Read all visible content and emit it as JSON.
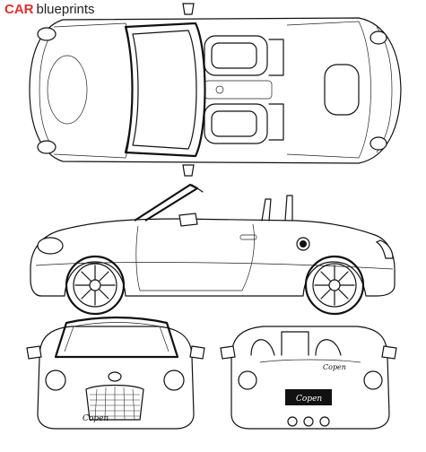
{
  "header": {
    "brand_prefix": "CAR",
    "brand_suffix": "blueprints"
  },
  "badges": {
    "front_script": "Copen",
    "rear_script": "Copen",
    "rear_plate": "Copen"
  },
  "colors": {
    "brand_red": "#d9322b",
    "line": "#111111",
    "background": "#ffffff"
  }
}
